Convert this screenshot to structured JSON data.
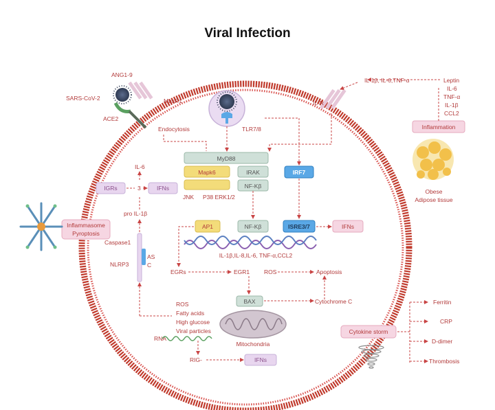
{
  "title": "Viral Infection",
  "receptors": {
    "ang": "ANG1-9",
    "masr1": "MasR1",
    "sars": "SARS-CoV-2",
    "ace2": "ACE2",
    "endocytosis": "Endocytosis",
    "tlr": "TLR7/8",
    "ilr": "IL-R",
    "il_top": "IL-1β, IL-6,TNF-α"
  },
  "pathway": {
    "myd88": "MyD88",
    "mapk6": "Mapk6",
    "irak": "IRAK",
    "nfkb1": "NF-Kβ",
    "irf7": "IRF7",
    "jnk": "JNK",
    "p38": "P38 ERK1/2",
    "ap1": "AP1",
    "nfkb2": "NF-Kβ",
    "isre": "ISRE3/7",
    "ifns_right": "IFNs",
    "cytokines": "IL-1β,IL-8,IL-6, TNF-α,CCL2"
  },
  "left": {
    "il6": "IL-6",
    "igrs": "IGRs",
    "num3": "3",
    "ifns": "IFNs",
    "pro_il1b": "pro IL-1β",
    "caspase1": "Caspase1",
    "nlrp3": "NLRP3",
    "as": "AS",
    "c": "C",
    "inflammasome": "Inflammasome",
    "pyroptosis": "Pyroptosis"
  },
  "lower": {
    "egrs": "EGRs",
    "egr1": "EGR1",
    "ros_mid": "ROS",
    "apoptosis": "Apoptosis",
    "bax": "BAX",
    "cytochrome": "Cytochrome C",
    "mitochondria": "Mitochondria",
    "ros": "ROS",
    "fatty": "Fatty acids",
    "glucose": "High glucose",
    "viral": "Viral particles",
    "rna": "RNA",
    "rig": "RIG-",
    "ifns_bottom": "IFNs"
  },
  "right": {
    "leptin": "Leptin",
    "il6": "IL-6",
    "tnf": "TNF-α",
    "il1b": "IL-1β",
    "ccl2": "CCL2",
    "inflammation": "Inflammation",
    "obese": "Obese",
    "adipose": "Adipose tissue",
    "cytokine_storm": "Cytokine storm",
    "ferritin": "Ferritin",
    "crp": "CRP",
    "ddimer": "D-dimer",
    "thrombosis": "Thrombosis"
  },
  "colors": {
    "membrane": "#c0392b",
    "arrow": "#c94545",
    "label": "#b23a3a",
    "grey_box": "#cfe0d8",
    "yellow_box": "#f3dc7a",
    "blue_box": "#5aa8e6",
    "pink_box": "#f6d6e2",
    "mito": "#d2c6d0"
  }
}
